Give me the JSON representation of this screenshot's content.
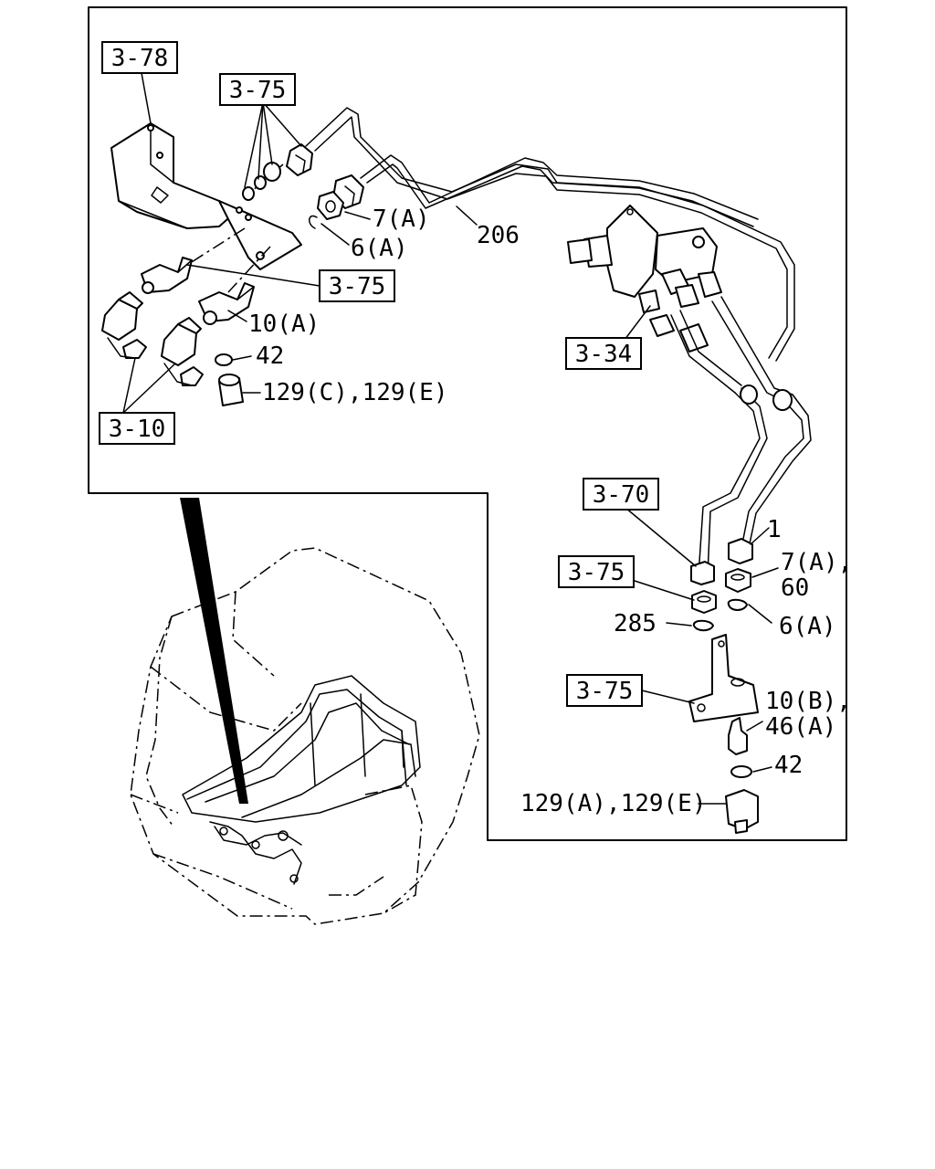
{
  "ref_boxes": {
    "b378": "3-78",
    "b375_top": "3-75",
    "b375_mid": "3-75",
    "b310": "3-10",
    "b334": "3-34",
    "b370": "3-70",
    "b375_right": "3-75",
    "b375_bracket": "3-75"
  },
  "callouts": {
    "c7a_top": "7(A)",
    "c6a_top": "6(A)",
    "c206": "206",
    "c10a": "10(A)",
    "c42_left": "42",
    "c129ce": "129(C),129(E)",
    "c1": "1",
    "c7a60_a": "7(A),",
    "c7a60_b": "60",
    "c6a_right": "6(A)",
    "c285": "285",
    "c10b46a_a": "10(B),",
    "c10b46a_b": "46(A)",
    "c42_right": "42",
    "c129ae": "129(A),129(E)"
  }
}
